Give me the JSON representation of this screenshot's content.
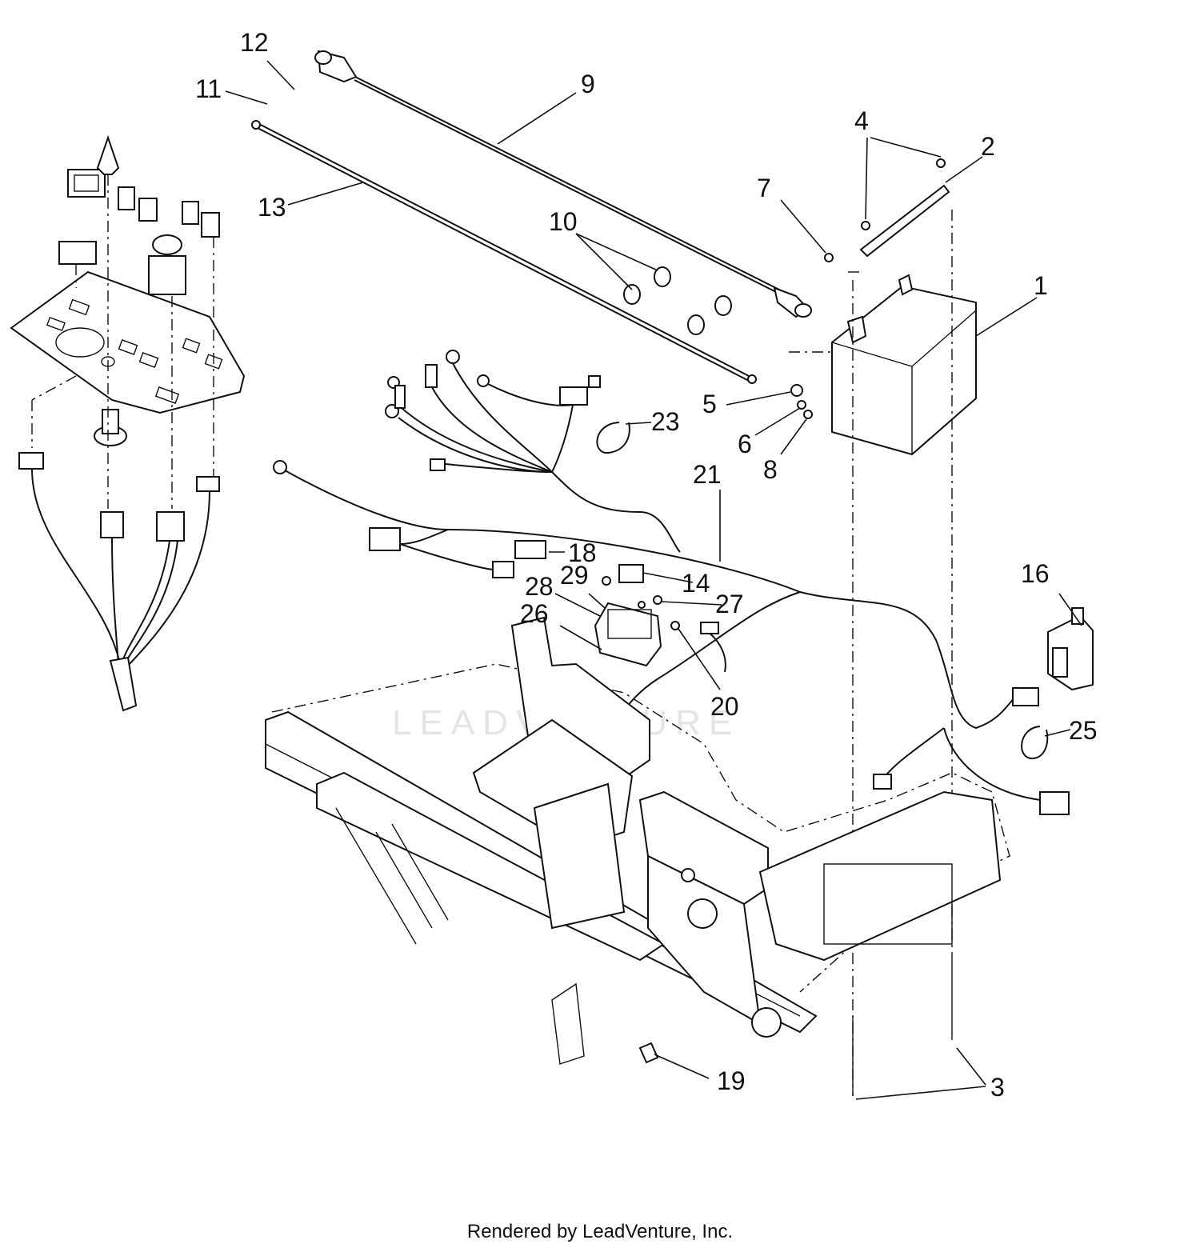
{
  "callouts": [
    "1",
    "2",
    "3",
    "4",
    "5",
    "6",
    "7",
    "8",
    "9",
    "10",
    "11",
    "12",
    "13",
    "14",
    "16",
    "18",
    "19",
    "20",
    "21",
    "23",
    "25",
    "26",
    "27",
    "28",
    "29"
  ],
  "watermark": "LEADVENTURE",
  "footer": "Rendered by LeadVenture, Inc."
}
